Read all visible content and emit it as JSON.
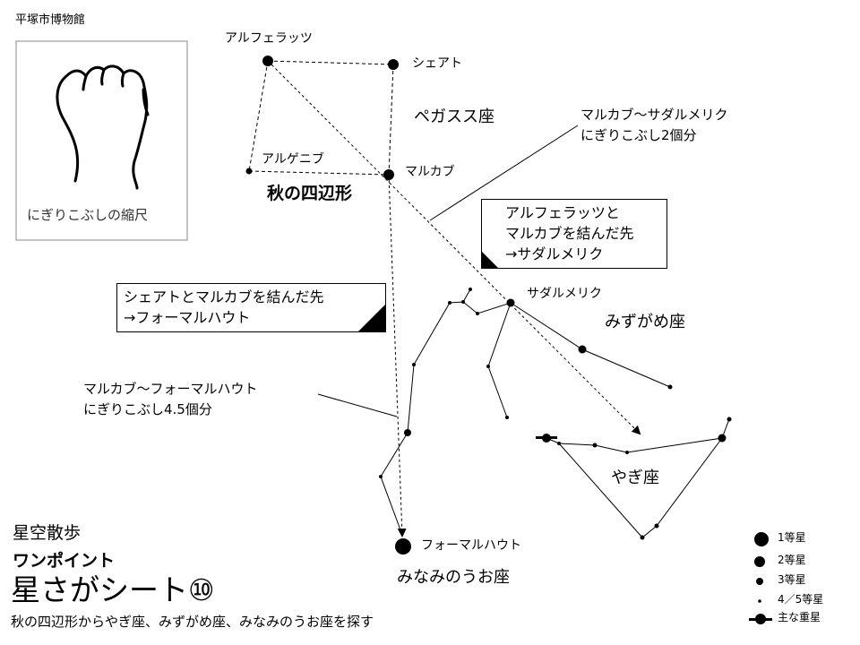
{
  "publisher": "平塚市博物館",
  "fist_caption": "にぎりこぶしの縮尺",
  "stars": {
    "alpheratz": "アルフェラッツ",
    "scheat": "シェアト",
    "algenib": "アルゲニブ",
    "markab": "マルカブ",
    "sadalmelik": "サダルメリク",
    "fomalhaut": "フォーマルハウト"
  },
  "constellations": {
    "square": "秋の四辺形",
    "pegasus": "ペガスス座",
    "aquarius": "みずがめ座",
    "capricornus": "やぎ座",
    "piscis_austrinus": "みなみのうお座"
  },
  "notes": {
    "markab_sadalmelik": [
      "マルカブ～サダルメリク",
      "にぎりこぶし2個分"
    ],
    "markab_fomalhaut": [
      "マルカブ～フォーマルハウト",
      "にぎりこぶし4.5個分"
    ],
    "box_sadalmelik": [
      "アルフェラッツと",
      "マルカブを結んだ先",
      "→サダルメリク"
    ],
    "box_fomalhaut": [
      "シェアトとマルカブを結んだ先",
      "→フォーマルハウト"
    ]
  },
  "legend": [
    "1等星",
    "2等星",
    "3等星",
    "4／5等星",
    "主な重星"
  ],
  "title": {
    "series": "星空散歩",
    "subtitle": "ワンポイント",
    "main": "星さがシート⑩",
    "description": "秋の四辺形からやぎ座、みずがめ座、みなみのうお座を探す"
  }
}
